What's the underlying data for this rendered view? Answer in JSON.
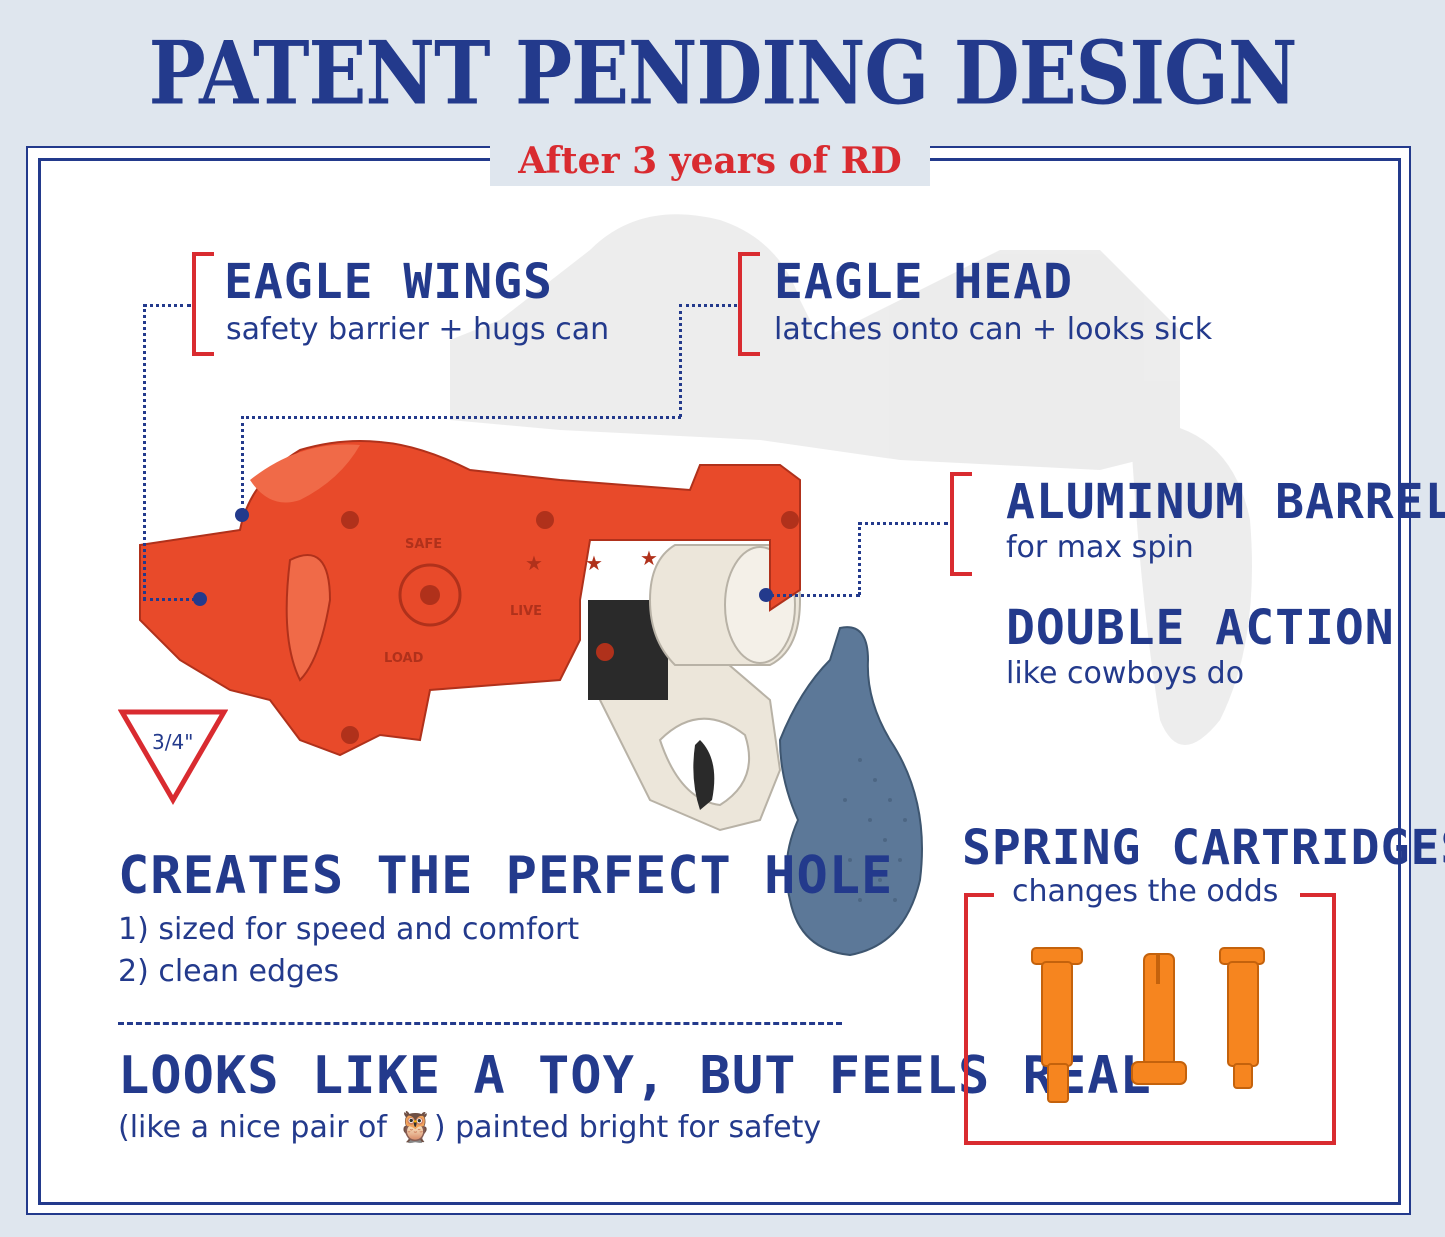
{
  "title": "PATENT PENDING DESIGN",
  "subtitle": "After 3 years of RD",
  "features": {
    "eagle_wings": {
      "heading": "EAGLE WINGS",
      "desc": "safety barrier + hugs can"
    },
    "eagle_head": {
      "heading": "EAGLE HEAD",
      "desc": "latches onto can + looks sick"
    },
    "aluminum_barrel": {
      "heading": "ALUMINUM BARREL",
      "desc": "for max spin"
    },
    "double_action": {
      "heading": "DOUBLE ACTION",
      "desc": "like cowboys do"
    },
    "perfect_hole": {
      "heading": "CREATES THE PERFECT HOLE",
      "line1": "1) sized for speed and comfort",
      "line2": "2) clean edges"
    },
    "looks_toy": {
      "heading": "LOOKS LIKE A TOY, BUT FEELS REAL",
      "desc_before": "(like a nice pair of ",
      "owl": "🦉",
      "desc_after": ") painted bright for safety"
    },
    "spring_cartridges": {
      "heading": "SPRING CARTRIDGES",
      "desc": "changes the odds"
    }
  },
  "size_marker": "3/4\"",
  "gun_labels": {
    "safe": "SAFE",
    "live": "LIVE",
    "load": "LOAD"
  },
  "colors": {
    "navy": "#233a8c",
    "red": "#d92b30",
    "body_orange": "#e84a2a",
    "grip_blue": "#5c7898",
    "cylinder_cream": "#ece6da",
    "cartridge_orange": "#f6851f",
    "background": "#dfe6ee"
  }
}
